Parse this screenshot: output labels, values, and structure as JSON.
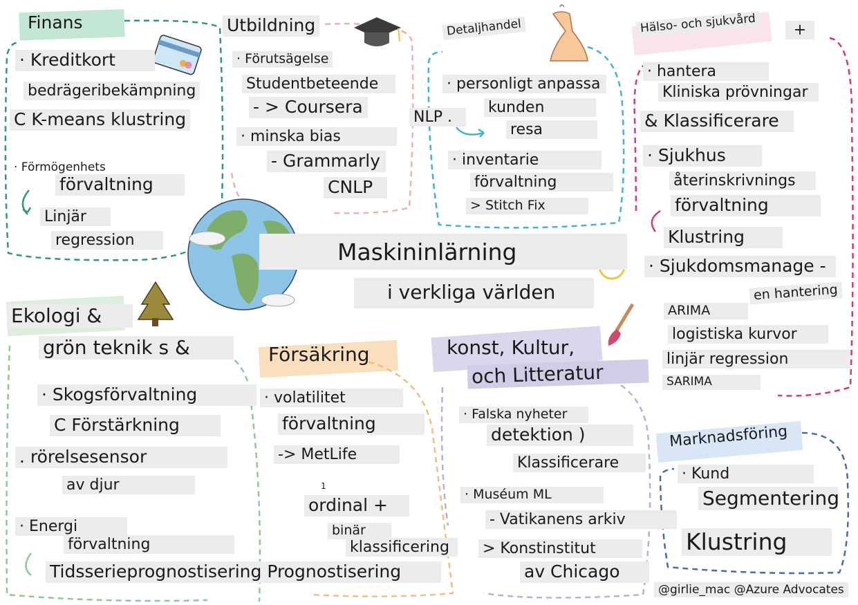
{
  "center": {
    "title": "Maskininlärning",
    "subtitle": "i verkliga världen"
  },
  "finans": {
    "title": "Finans",
    "items": [
      "· Kreditkort",
      "bedrägeribekämpning",
      "C K-means klustring",
      "· Förmögenhets",
      "förvaltning",
      "Linjär",
      "regression"
    ]
  },
  "utbildning": {
    "title": "Utbildning",
    "items": [
      "· Förutsägelse",
      "Studentbeteende",
      "- > Coursera",
      "· minska bias",
      "- Grammarly",
      "CNLP"
    ]
  },
  "detaljhandel": {
    "title": "Detaljhandel",
    "items": [
      "· personligt anpassa",
      "kunden",
      "resa",
      "NLP .",
      "· inventarie",
      "förvaltning",
      "> Stitch Fix"
    ]
  },
  "halsovard": {
    "title": "Hälso- och sjukvård",
    "plus": "+",
    "items": [
      "· hantera",
      "Kliniska prövningar",
      "& Klassificerare",
      "· Sjukhus",
      "återinskrivnings",
      "förvaltning",
      "Klustring",
      "· Sjukdomsmanage -",
      "en hantering",
      "ARIMA",
      "logistiska kurvor",
      "linjär regression",
      "SARIMA"
    ]
  },
  "ekologi": {
    "title_line1": "Ekologi &",
    "title_line2": "grön teknik s &",
    "items": [
      "· Skogsförvaltning",
      "C Förstärkning",
      ". rörelsesensor",
      "av djur",
      "· Energi",
      "förvaltning",
      "Tidsserieprognostisering Prognostisering"
    ]
  },
  "forsakring": {
    "title": "Försäkring",
    "items": [
      "· volatilitet",
      "förvaltning",
      "-> MetLife",
      "1",
      "ordinal +",
      "binär",
      "klassificering"
    ]
  },
  "konst": {
    "title_line1": "konst, Kultur,",
    "title_line2": "och Litteratur",
    "items": [
      "· Falska nyheter",
      "detektion )",
      "Klassificerare",
      "· Muséum ML",
      "- Vatikanens arkiv",
      "> Konstinstitut",
      "av Chicago"
    ]
  },
  "marknadsforing": {
    "title": "Marknadsföring",
    "items": [
      "· Kund",
      "Segmentering",
      "Klustring"
    ]
  },
  "credit": "@girlie_mac @Azure Advocates",
  "icons": [
    "credit-card-icon",
    "graduation-cap-icon",
    "dress-icon",
    "globe-icon",
    "tree-icon",
    "paintbrush-icon"
  ],
  "colors": {
    "finans": "#2e9b6e",
    "utbildning": "#e8b4ac",
    "detaljhandel": "#3fb6c9",
    "halsovard": "#d63a6e",
    "ekologi": "#8cc89a",
    "forsakring": "#f1c07c",
    "konst": "#b8b0d6",
    "marknadsforing": "#4a6aa8",
    "ocean": "#8ec5e6",
    "land": "#7fae6a"
  }
}
